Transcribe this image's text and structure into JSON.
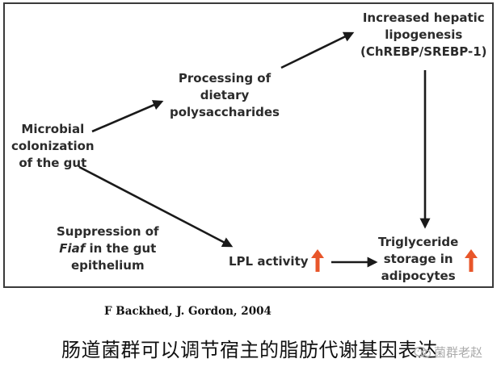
{
  "nodes": {
    "microbial": [
      "Microbial",
      "colonization",
      "of the gut"
    ],
    "processing": [
      "Processing of",
      "dietary",
      "polysaccharides"
    ],
    "hepatic": [
      "Increased hepatic",
      "lipogenesis",
      "(ChREBP/SREBP-1)"
    ],
    "suppression": {
      "line1": "Suppression of",
      "line2_italic": "Fiaf",
      "line2_rest": " in the gut",
      "line3": "epithelium"
    },
    "lpl": "LPL activity",
    "triglyceride": [
      "Triglyceride",
      "storage in",
      "adipocytes"
    ]
  },
  "citation": "F Backhed, J. Gordon, 2004",
  "caption": "肠道菌群可以调节宿主的脂肪代谢基因表达",
  "watermark": "菌群老赵",
  "colors": {
    "border": "#3a3a3a",
    "arrow": "#1a1a1a",
    "up_arrow": "#e8562a",
    "text": "#2b2b2b"
  }
}
